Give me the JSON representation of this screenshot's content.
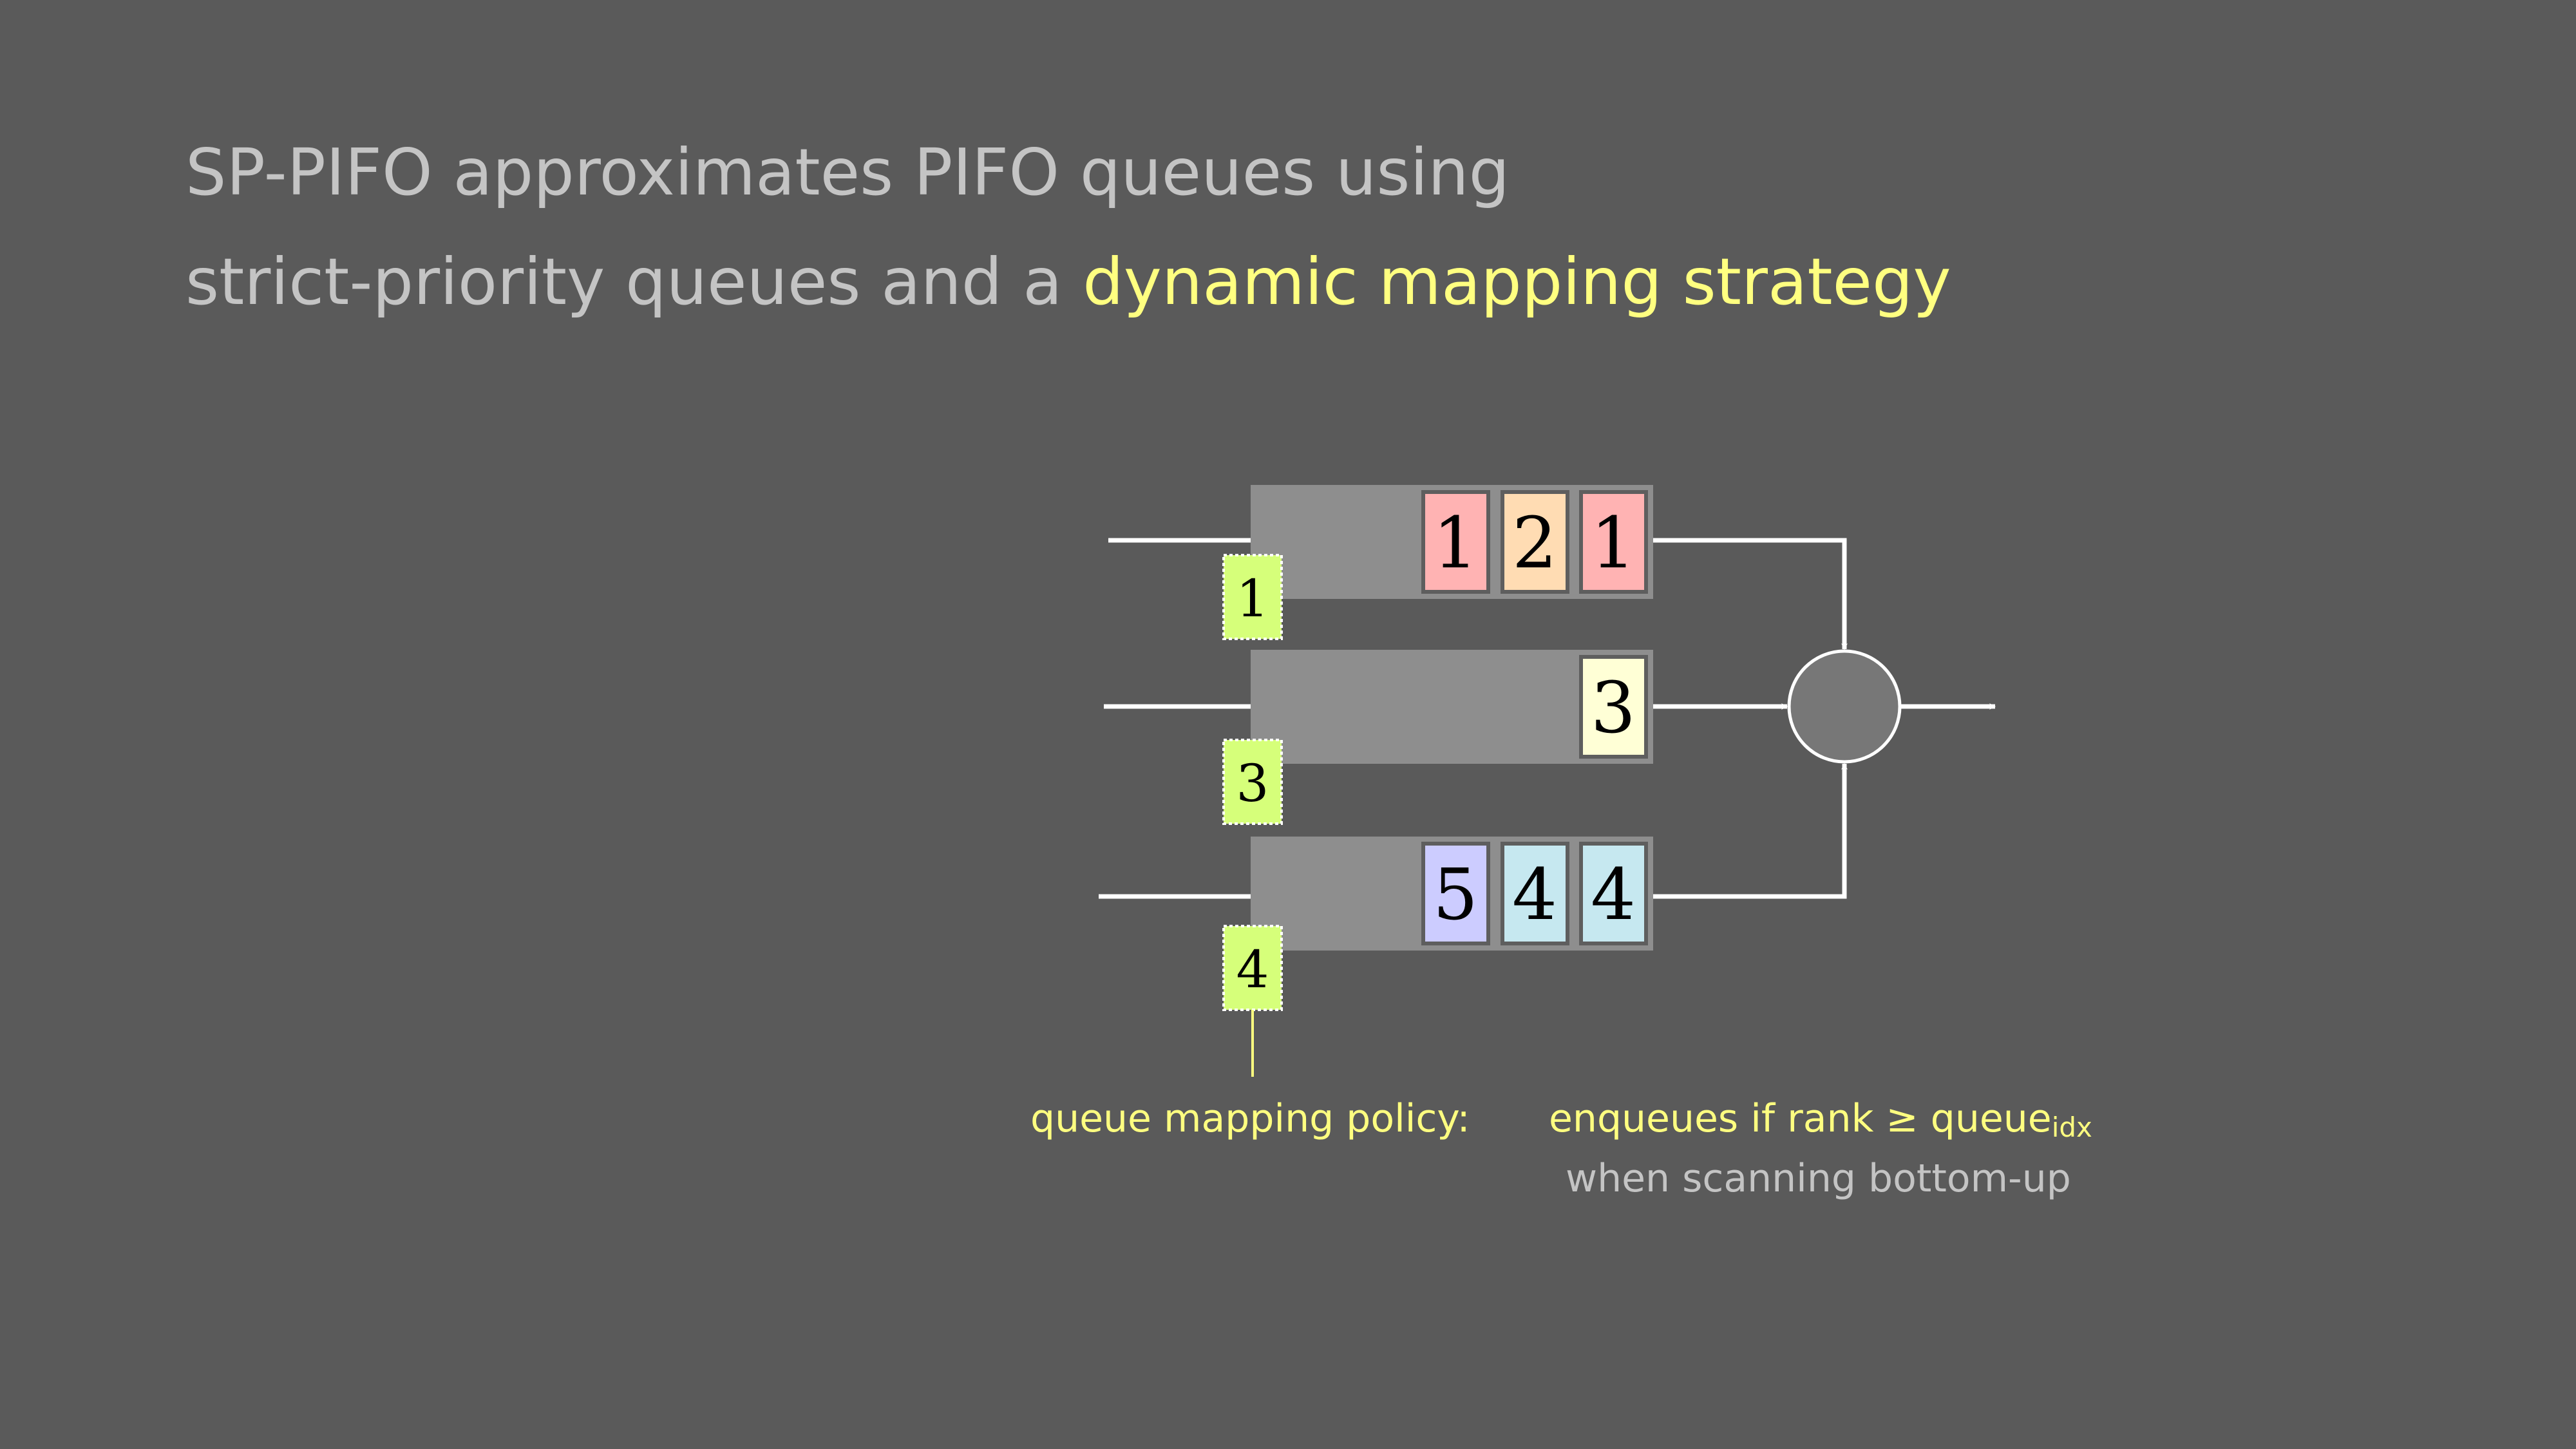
{
  "title": {
    "line1": "SP-PIFO approximates PIFO queues using",
    "line2_prefix": "strict-priority queues and a ",
    "line2_highlight": "dynamic mapping strategy"
  },
  "queues": [
    {
      "bound": "1",
      "packets": [
        {
          "rank": "1",
          "color": "#ffb3b3"
        },
        {
          "rank": "2",
          "color": "#ffdcb3"
        },
        {
          "rank": "1",
          "color": "#ffb3b3"
        }
      ]
    },
    {
      "bound": "3",
      "packets": [
        {
          "rank": "3",
          "color": "#ffffd6"
        }
      ]
    },
    {
      "bound": "4",
      "packets": [
        {
          "rank": "5",
          "color": "#ccccff"
        },
        {
          "rank": "4",
          "color": "#c6e8f0"
        },
        {
          "rank": "4",
          "color": "#c6e8f0"
        }
      ]
    }
  ],
  "policy": {
    "label": "queue mapping policy:",
    "rule": "enqueues if rank ≥ queue",
    "rule_sub": "idx",
    "note": "when scanning bottom-up"
  },
  "colors": {
    "background": "#5a5a5a",
    "queue": "#8e8e8e",
    "tag": "#d6ff7a",
    "highlight": "#ffff80",
    "text": "#c4c4c4"
  }
}
